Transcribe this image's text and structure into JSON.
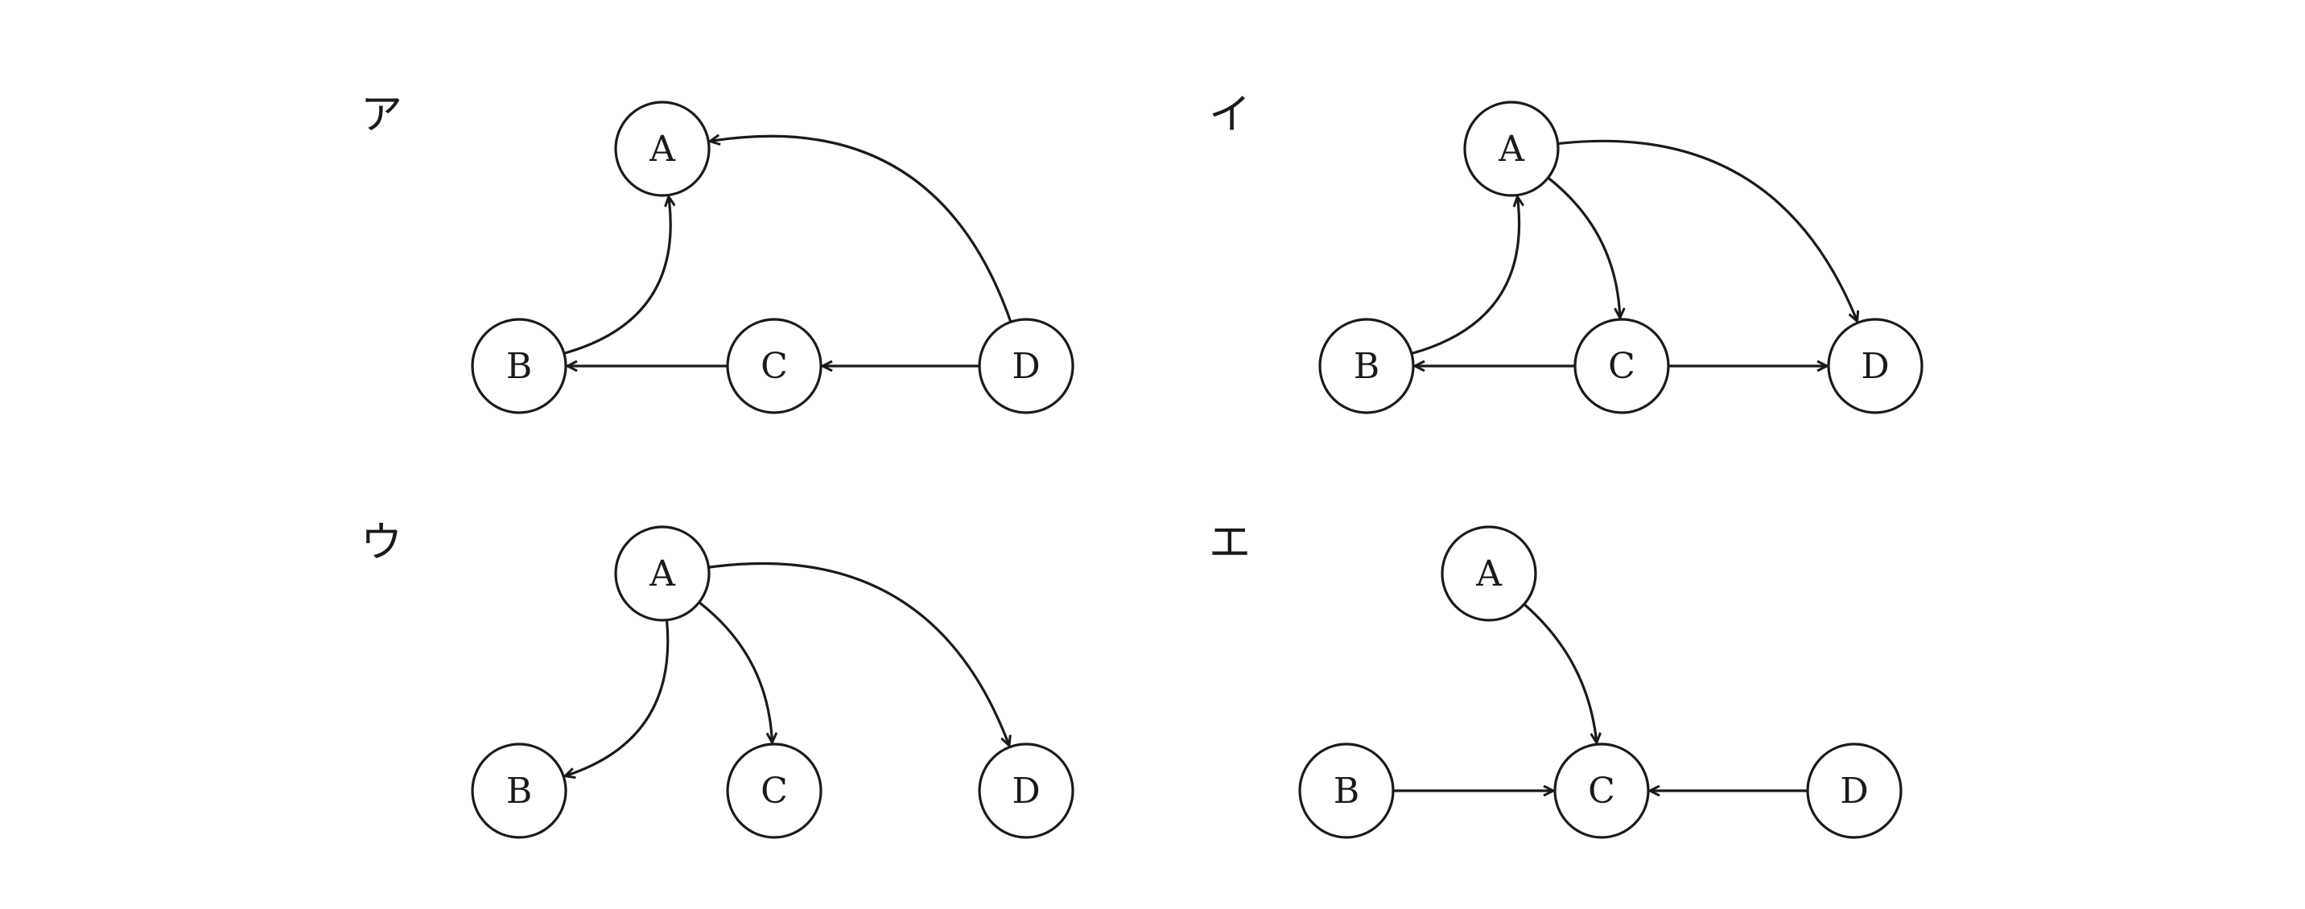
{
  "diagrams": [
    {
      "label": "ア",
      "nodes": [
        {
          "id": "A",
          "label": "A"
        },
        {
          "id": "B",
          "label": "B"
        },
        {
          "id": "C",
          "label": "C"
        },
        {
          "id": "D",
          "label": "D"
        }
      ],
      "edges": [
        {
          "from": "B",
          "to": "A"
        },
        {
          "from": "D",
          "to": "A"
        },
        {
          "from": "C",
          "to": "B"
        },
        {
          "from": "D",
          "to": "C"
        }
      ]
    },
    {
      "label": "イ",
      "nodes": [
        {
          "id": "A",
          "label": "A"
        },
        {
          "id": "B",
          "label": "B"
        },
        {
          "id": "C",
          "label": "C"
        },
        {
          "id": "D",
          "label": "D"
        }
      ],
      "edges": [
        {
          "from": "B",
          "to": "A"
        },
        {
          "from": "A",
          "to": "C"
        },
        {
          "from": "A",
          "to": "D"
        },
        {
          "from": "C",
          "to": "B"
        },
        {
          "from": "C",
          "to": "D"
        }
      ]
    },
    {
      "label": "ウ",
      "nodes": [
        {
          "id": "A",
          "label": "A"
        },
        {
          "id": "B",
          "label": "B"
        },
        {
          "id": "C",
          "label": "C"
        },
        {
          "id": "D",
          "label": "D"
        }
      ],
      "edges": [
        {
          "from": "A",
          "to": "B"
        },
        {
          "from": "A",
          "to": "C"
        },
        {
          "from": "A",
          "to": "D"
        }
      ]
    },
    {
      "label": "エ",
      "nodes": [
        {
          "id": "A",
          "label": "A"
        },
        {
          "id": "B",
          "label": "B"
        },
        {
          "id": "C",
          "label": "C"
        },
        {
          "id": "D",
          "label": "D"
        }
      ],
      "edges": [
        {
          "from": "A",
          "to": "C"
        },
        {
          "from": "B",
          "to": "C"
        },
        {
          "from": "D",
          "to": "C"
        }
      ]
    }
  ]
}
